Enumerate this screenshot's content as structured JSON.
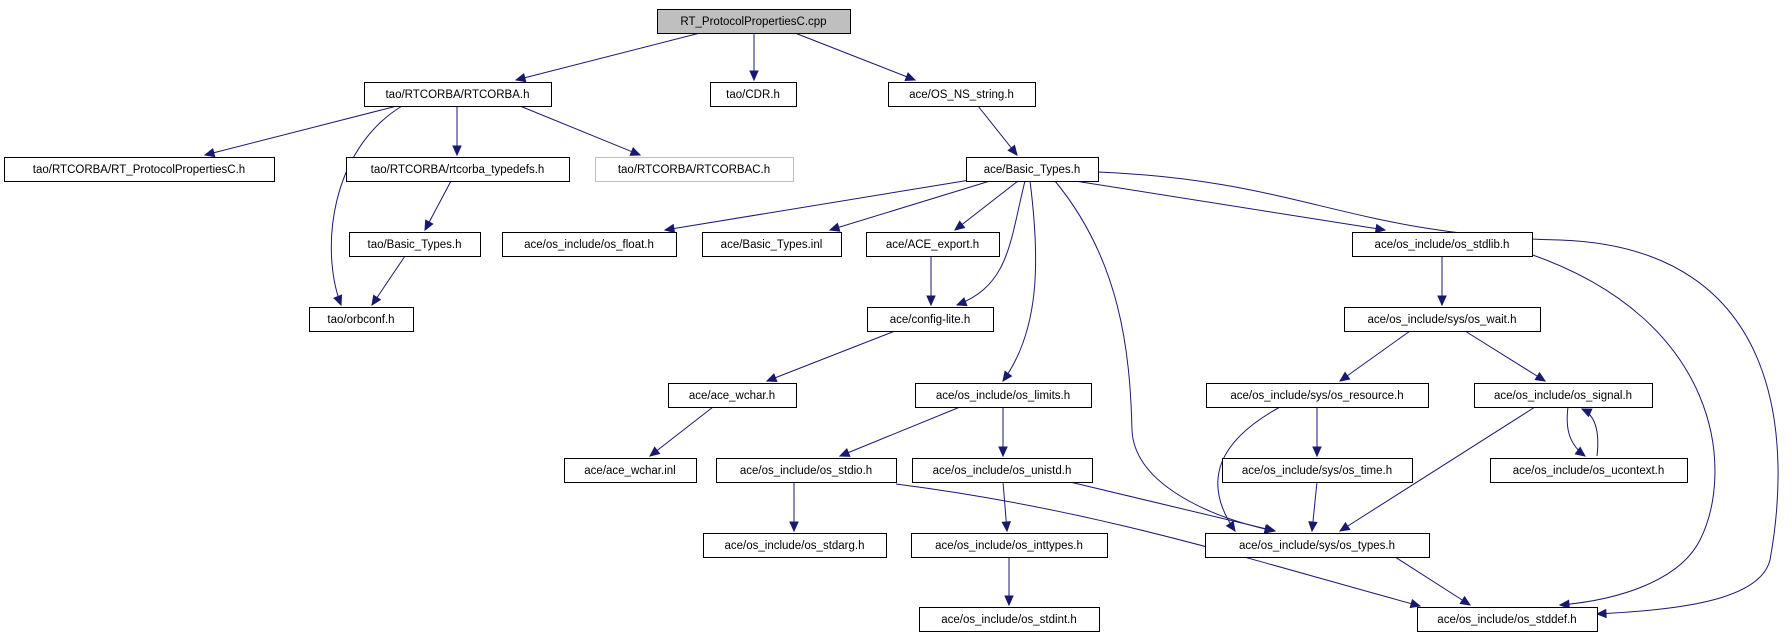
{
  "diagram": {
    "nodes": [
      {
        "id": "root",
        "label": "RT_ProtocolPropertiesC.cpp",
        "root": true
      },
      {
        "id": "rtcorba",
        "label": "tao/RTCORBA/RTCORBA.h"
      },
      {
        "id": "cdr",
        "label": "tao/CDR.h"
      },
      {
        "id": "osnsstring",
        "label": "ace/OS_NS_string.h"
      },
      {
        "id": "rtpp",
        "label": "tao/RTCORBA/RT_ProtocolPropertiesC.h"
      },
      {
        "id": "rtcorbatypedefs",
        "label": "tao/RTCORBA/rtcorba_typedefs.h"
      },
      {
        "id": "rtcorbac",
        "label": "tao/RTCORBA/RTCORBAC.h",
        "missing": true
      },
      {
        "id": "aceBasicTypes",
        "label": "ace/Basic_Types.h"
      },
      {
        "id": "taoBasicTypes",
        "label": "tao/Basic_Types.h"
      },
      {
        "id": "osfloat",
        "label": "ace/os_include/os_float.h"
      },
      {
        "id": "basictypesinl",
        "label": "ace/Basic_Types.inl"
      },
      {
        "id": "aceexport",
        "label": "ace/ACE_export.h"
      },
      {
        "id": "osstdlib",
        "label": "ace/os_include/os_stdlib.h"
      },
      {
        "id": "orbconf",
        "label": "tao/orbconf.h"
      },
      {
        "id": "configlite",
        "label": "ace/config-lite.h"
      },
      {
        "id": "oswait",
        "label": "ace/os_include/sys/os_wait.h"
      },
      {
        "id": "acewchar",
        "label": "ace/ace_wchar.h"
      },
      {
        "id": "oslimits",
        "label": "ace/os_include/os_limits.h"
      },
      {
        "id": "osresource",
        "label": "ace/os_include/sys/os_resource.h"
      },
      {
        "id": "ossignal",
        "label": "ace/os_include/os_signal.h"
      },
      {
        "id": "acewcharinl",
        "label": "ace/ace_wchar.inl"
      },
      {
        "id": "osstdio",
        "label": "ace/os_include/os_stdio.h"
      },
      {
        "id": "osunistd",
        "label": "ace/os_include/os_unistd.h"
      },
      {
        "id": "ostime",
        "label": "ace/os_include/sys/os_time.h"
      },
      {
        "id": "osucontext",
        "label": "ace/os_include/os_ucontext.h"
      },
      {
        "id": "osstdarg",
        "label": "ace/os_include/os_stdarg.h"
      },
      {
        "id": "osinttypes",
        "label": "ace/os_include/os_inttypes.h"
      },
      {
        "id": "ostypes",
        "label": "ace/os_include/sys/os_types.h"
      },
      {
        "id": "osstdint",
        "label": "ace/os_include/os_stdint.h"
      },
      {
        "id": "osstddef",
        "label": "ace/os_include/os_stddef.h"
      }
    ],
    "edges": [
      {
        "from": "root",
        "to": "rtcorba"
      },
      {
        "from": "root",
        "to": "cdr"
      },
      {
        "from": "root",
        "to": "osnsstring"
      },
      {
        "from": "rtcorba",
        "to": "rtpp"
      },
      {
        "from": "rtcorba",
        "to": "rtcorbatypedefs"
      },
      {
        "from": "rtcorba",
        "to": "rtcorbac"
      },
      {
        "from": "rtcorba",
        "to": "orbconf"
      },
      {
        "from": "rtcorbatypedefs",
        "to": "taoBasicTypes"
      },
      {
        "from": "taoBasicTypes",
        "to": "orbconf"
      },
      {
        "from": "osnsstring",
        "to": "aceBasicTypes"
      },
      {
        "from": "aceBasicTypes",
        "to": "osfloat"
      },
      {
        "from": "aceBasicTypes",
        "to": "basictypesinl"
      },
      {
        "from": "aceBasicTypes",
        "to": "aceexport"
      },
      {
        "from": "aceBasicTypes",
        "to": "configlite"
      },
      {
        "from": "aceBasicTypes",
        "to": "oslimits"
      },
      {
        "from": "aceBasicTypes",
        "to": "ostypes"
      },
      {
        "from": "aceBasicTypes",
        "to": "osstdlib"
      },
      {
        "from": "aceBasicTypes",
        "to": "osstddef"
      },
      {
        "from": "aceexport",
        "to": "configlite"
      },
      {
        "from": "configlite",
        "to": "acewchar"
      },
      {
        "from": "acewchar",
        "to": "acewcharinl"
      },
      {
        "from": "oslimits",
        "to": "osstdio"
      },
      {
        "from": "oslimits",
        "to": "osunistd"
      },
      {
        "from": "osstdio",
        "to": "osstdarg"
      },
      {
        "from": "osstdio",
        "to": "osstddef"
      },
      {
        "from": "osunistd",
        "to": "osinttypes"
      },
      {
        "from": "osunistd",
        "to": "ostypes"
      },
      {
        "from": "osinttypes",
        "to": "osstdint"
      },
      {
        "from": "osstdlib",
        "to": "oswait"
      },
      {
        "from": "osstdlib",
        "to": "osstddef"
      },
      {
        "from": "oswait",
        "to": "osresource"
      },
      {
        "from": "oswait",
        "to": "ossignal"
      },
      {
        "from": "osresource",
        "to": "ostime"
      },
      {
        "from": "osresource",
        "to": "ostypes"
      },
      {
        "from": "ostime",
        "to": "ostypes"
      },
      {
        "from": "ossignal",
        "to": "osucontext"
      },
      {
        "from": "ossignal",
        "to": "ostypes"
      },
      {
        "from": "osucontext",
        "to": "ossignal"
      },
      {
        "from": "ostypes",
        "to": "osstddef"
      }
    ]
  }
}
